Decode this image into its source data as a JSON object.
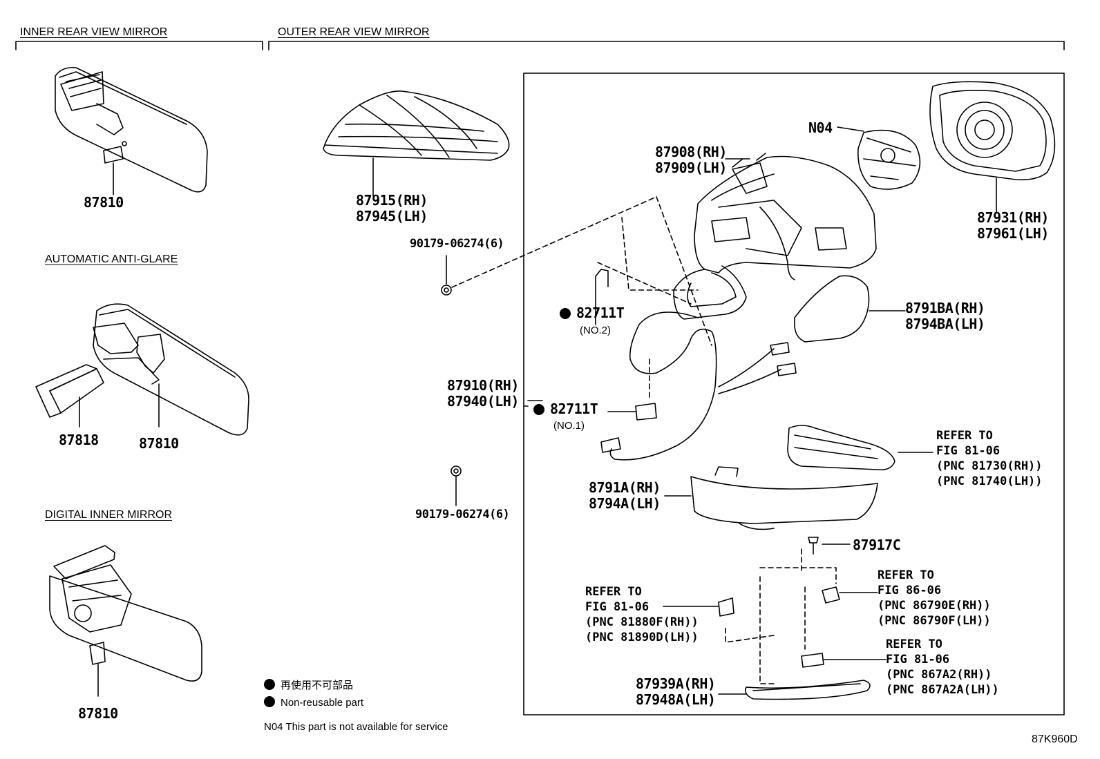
{
  "sections": {
    "inner": "INNER REAR VIEW MIRROR",
    "outer": "OUTER REAR VIEW MIRROR",
    "auto_anti_glare": "AUTOMATIC ANTI-GLARE",
    "digital_inner": "DIGITAL INNER MIRROR"
  },
  "parts": {
    "p87810_a": "87810",
    "p87818": "87818",
    "p87810_b": "87810",
    "p87810_c": "87810",
    "p87915": "87915(RH)",
    "p87945": "87945(LH)",
    "p90179_a": "90179-06274(6)",
    "p90179_b": "90179-06274(6)",
    "p87910": "87910(RH)",
    "p87940": "87940(LH)",
    "p82711_no2": "82711T",
    "no2": "(NO.2)",
    "p82711_no1": "82711T",
    "no1": "(NO.1)",
    "n04": "N04",
    "p87908": "87908(RH)",
    "p87909": "87909(LH)",
    "p87931": "87931(RH)",
    "p87961": "87961(LH)",
    "p8791BA": "8791BA(RH)",
    "p8794BA": "8794BA(LH)",
    "p8791A": "8791A(RH)",
    "p8794A": "8794A(LH)",
    "p87917C": "87917C",
    "p87939A": "87939A(RH)",
    "p87948A": "87948A(LH)"
  },
  "refs": {
    "ref_81730": "REFER TO\nFIG 81-06\n(PNC 81730(RH))\n(PNC 81740(LH))",
    "ref_86790": "REFER TO\nFIG 86-06\n(PNC 86790E(RH))\n(PNC 86790F(LH))",
    "ref_81880": "REFER TO\nFIG 81-06\n(PNC 81880F(RH))\n(PNC 81890D(LH))",
    "ref_867A2": "REFER TO\nFIG 81-06\n(PNC 867A2(RH))\n(PNC 867A2A(LH))"
  },
  "legend": {
    "jp": "再使用不可部品",
    "en": "Non-reusable part",
    "n04_note": "N04 This part is not available for service"
  },
  "figure_code": "87K960D"
}
